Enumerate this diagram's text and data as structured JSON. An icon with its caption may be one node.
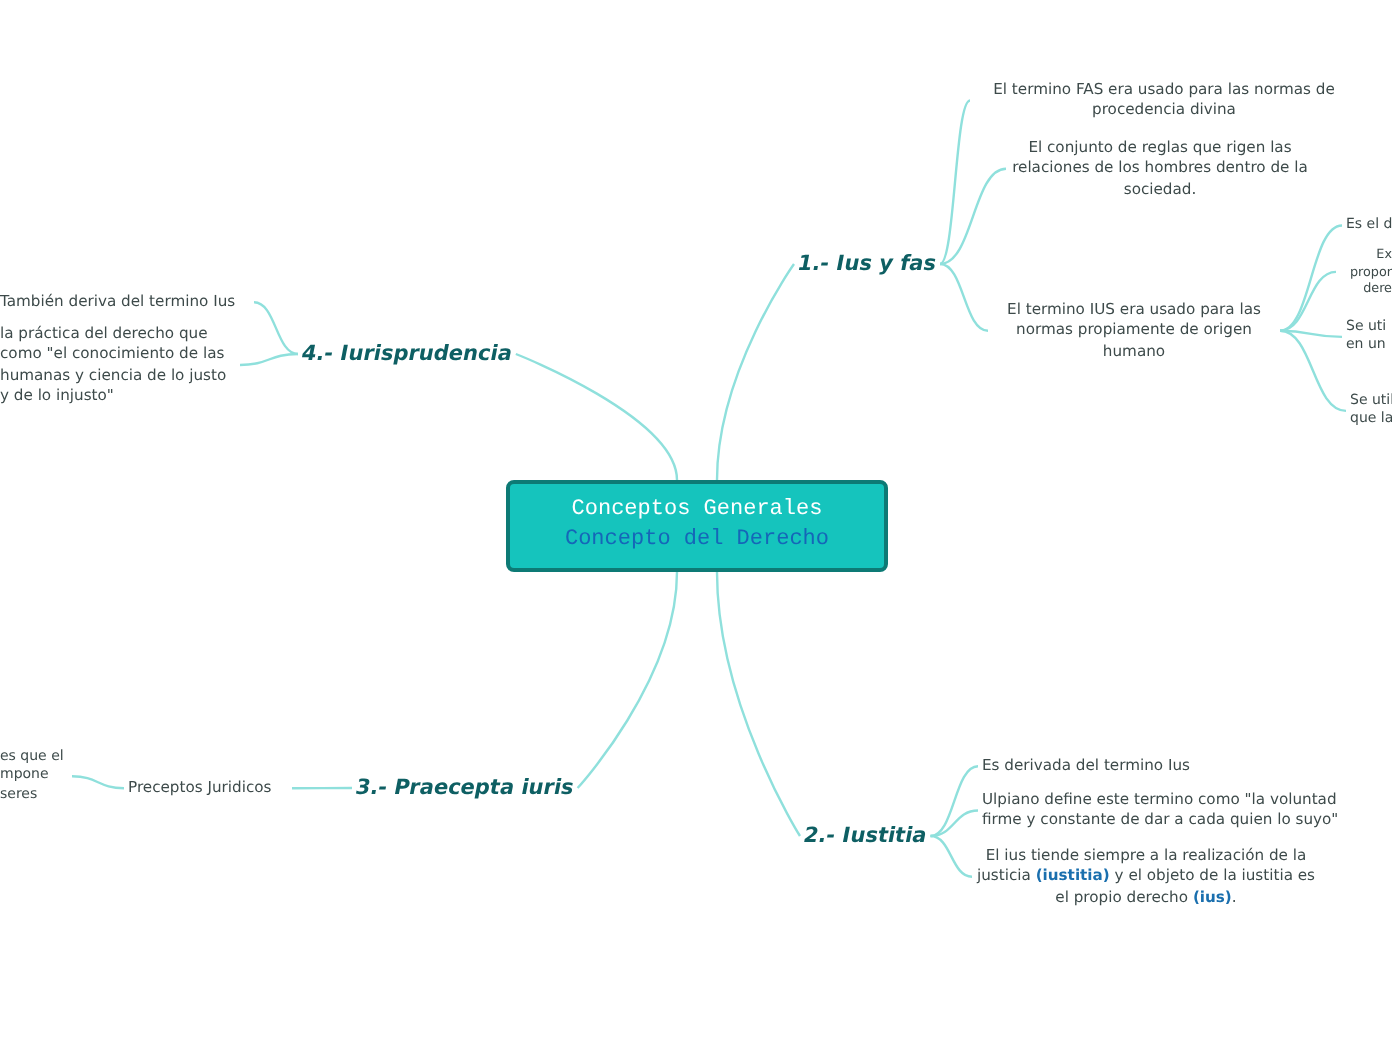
{
  "diagram": {
    "nodes": [
      {
        "text": [
          "Conceptos Generales",
          "Concepto del Derecho"
        ]
      },
      {
        "text": [
          "1.- Ius y fas"
        ]
      },
      {
        "text": [
          "El termino FAS era usado para las normas de procedencia divina"
        ]
      },
      {
        "text": [
          "El conjunto de reglas que rigen las relaciones de los hombres dentro de la sociedad."
        ]
      },
      {
        "text": [
          "El termino IUS era usado para las normas propiamente de origen humano"
        ]
      },
      {
        "text": [
          "Es el d"
        ]
      },
      {
        "text": [
          "Ex propor dere"
        ]
      },
      {
        "text": [
          "Se uti en un"
        ]
      },
      {
        "text": [
          "Se util que la"
        ]
      },
      {
        "text": [
          "2.- Iustitia"
        ]
      },
      {
        "text": [
          "Es derivada del termino Ius"
        ]
      },
      {
        "text": [
          "Ulpiano define este termino como \"la voluntad firme y constante de dar a cada quien lo suyo\""
        ]
      },
      {
        "text": [
          "El ius tiende siempre a la realización de la justicia **(iustitia)** y el objeto de la iustitia es el propio derecho **(ius)**."
        ]
      },
      {
        "text": [
          "3.- Praecepta iuris"
        ]
      },
      {
        "text": [
          "Preceptos Juridicos"
        ]
      },
      {
        "text": [
          "es que el mpone seres"
        ]
      },
      {
        "text": [
          "4.- Iurisprudencia"
        ]
      },
      {
        "text": [
          "También deriva del termino Ius"
        ]
      },
      {
        "text": [
          "la práctica del derecho que como \"el conocimiento de las humanas y ciencia de lo justo y de lo injusto\""
        ]
      }
    ],
    "edges": [
      {
        "from": 0,
        "to": 1,
        "arrow": "none"
      },
      {
        "from": 1,
        "to": 2,
        "arrow": "none"
      },
      {
        "from": 1,
        "to": 3,
        "arrow": "none"
      },
      {
        "from": 1,
        "to": 4,
        "arrow": "none"
      },
      {
        "from": 4,
        "to": 5,
        "arrow": "none"
      },
      {
        "from": 4,
        "to": 6,
        "arrow": "none"
      },
      {
        "from": 4,
        "to": 7,
        "arrow": "none"
      },
      {
        "from": 4,
        "to": 8,
        "arrow": "none"
      },
      {
        "from": 0,
        "to": 9,
        "arrow": "none"
      },
      {
        "from": 9,
        "to": 10,
        "arrow": "none"
      },
      {
        "from": 9,
        "to": 11,
        "arrow": "none"
      },
      {
        "from": 9,
        "to": 12,
        "arrow": "none"
      },
      {
        "from": 0,
        "to": 13,
        "arrow": "none"
      },
      {
        "from": 13,
        "to": 14,
        "arrow": "none"
      },
      {
        "from": 14,
        "to": 15,
        "arrow": "none"
      },
      {
        "from": 0,
        "to": 16,
        "arrow": "none"
      },
      {
        "from": 16,
        "to": 17,
        "arrow": "none"
      },
      {
        "from": 16,
        "to": 18,
        "arrow": "none"
      }
    ]
  }
}
